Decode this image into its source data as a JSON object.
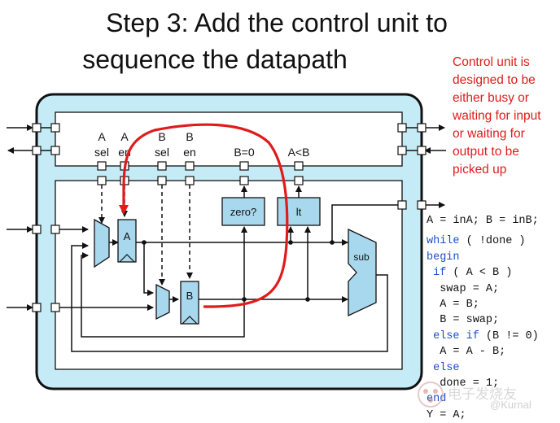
{
  "title": {
    "line1": "Step 3: Add the control unit to",
    "line2": "sequence the datapath"
  },
  "note": {
    "lines": [
      "Control unit is",
      "designed to be",
      "either busy or",
      "waiting for input",
      "or waiting for",
      "output to be",
      "picked up"
    ],
    "color": "#e01b1b"
  },
  "control_signals": {
    "a_sel": [
      "A",
      "sel"
    ],
    "a_en": [
      "A",
      "en"
    ],
    "b_sel": [
      "B",
      "sel"
    ],
    "b_en": [
      "B",
      "en"
    ],
    "b_zero": "B=0",
    "a_lt_b": "A<B"
  },
  "datapath": {
    "zero_unit": "zero?",
    "lt_unit": "lt",
    "reg_a": "A",
    "reg_b": "B",
    "sub_unit": "sub"
  },
  "code": {
    "line1": "A = inA; B = inB;",
    "line2_kw": "while",
    "line2_rest": " ( !done )",
    "line3": "begin",
    "line4_kw": "if",
    "line4_rest": " ( A < B )",
    "line5": "swap = A;",
    "line6": "A = B;",
    "line7": "B = swap;",
    "line8_kw": "else if",
    "line8_rest": " (B != 0)",
    "line9": "A = A - B;",
    "line10": "else",
    "line11": "done = 1;",
    "line12": "end",
    "line13": "Y = A;"
  },
  "watermark": {
    "text": "电子发烧友",
    "sub": "@Kurnal"
  },
  "colors": {
    "frame_fill": "#c5ecf6",
    "unit_fill": "#a8d8ee",
    "control_path": "#e01b1b",
    "keyword": "#1a4fc4"
  }
}
